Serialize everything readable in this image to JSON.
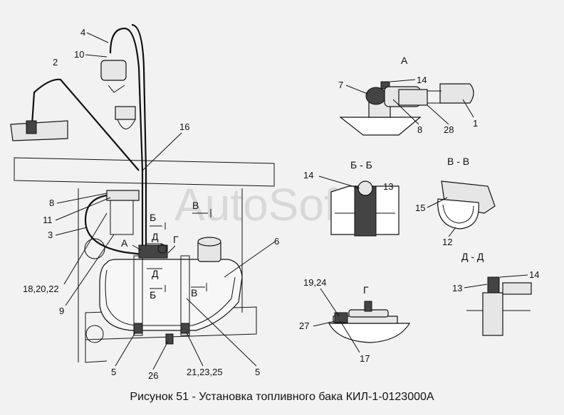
{
  "caption": "Рисунок 51 - Установка топливного бака КИЛ-1-0123000А",
  "watermark": "AutoSoft",
  "callouts": {
    "c4": "4",
    "c10": "10",
    "c2": "2",
    "c16": "16",
    "c8": "8",
    "c11": "11",
    "c3": "3",
    "c18": "18,20,22",
    "c9": "9",
    "c6": "6",
    "c5a": "5",
    "c26": "26",
    "c21": "21,23,25",
    "c5b": "5",
    "cA_A": "А",
    "cB_B": "Б",
    "cV_V": "В",
    "cD_D": "Д",
    "cG_G": "Г",
    "cB2": "Б",
    "cV2": "В",
    "cD2": "Д",
    "a14": "14",
    "a7": "7",
    "a8": "8",
    "a28": "28",
    "a1": "1",
    "b14": "14",
    "b13": "13",
    "v15": "15",
    "v12": "12",
    "d13": "13",
    "d14": "14",
    "g1924": "19,24",
    "g27": "27",
    "g17": "17"
  },
  "section_titles": {
    "view_a": "А",
    "section_bb": "Б - Б",
    "section_vv": "В - В",
    "section_dd": "Д - Д",
    "view_g": "Г"
  }
}
